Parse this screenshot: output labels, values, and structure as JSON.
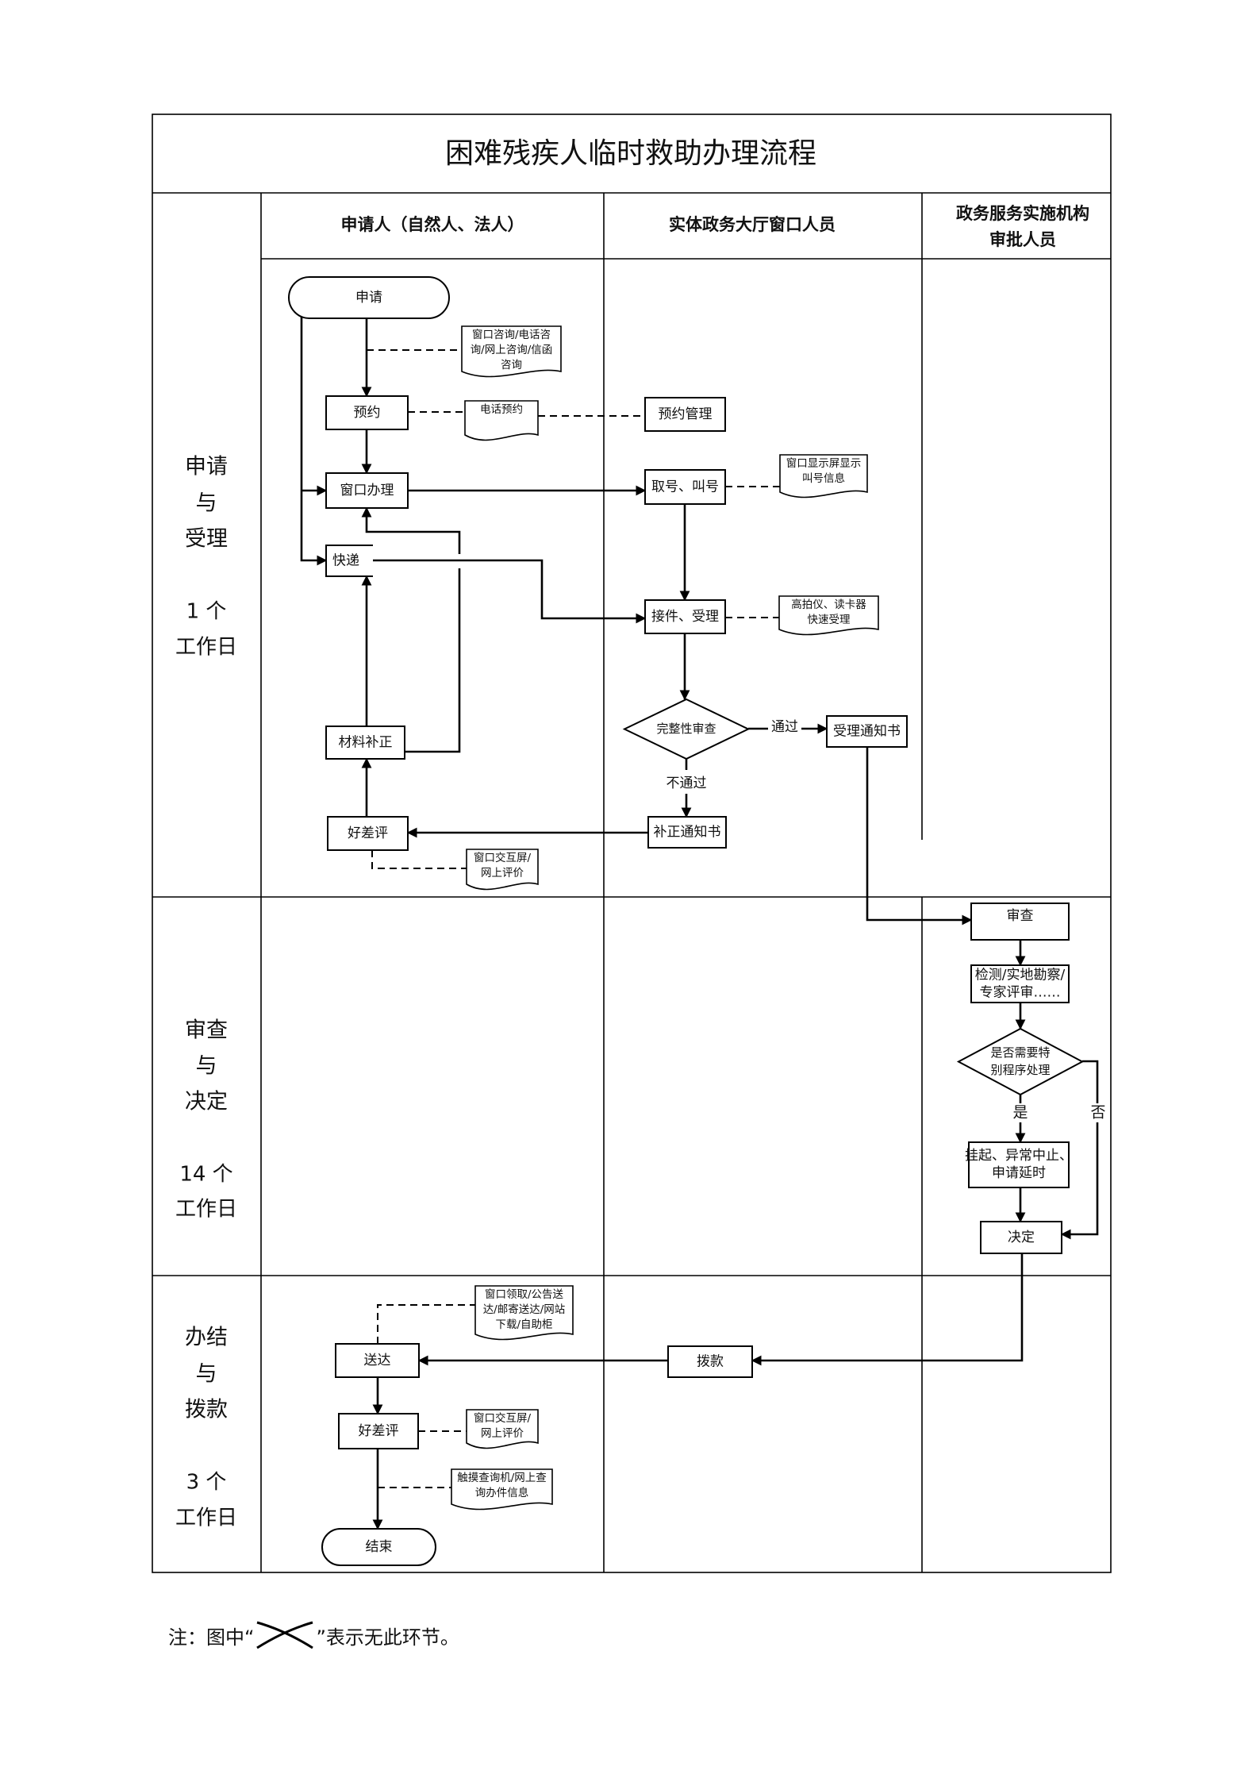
{
  "title": "困难残疾人临时救助办理流程",
  "columns": {
    "applicant": "申请人（自然人、法人）",
    "window_staff": "实体政务大厅窗口人员",
    "approver": [
      "政务服务实施机构",
      "审批人员"
    ]
  },
  "stages": [
    {
      "name": [
        "申请",
        "与",
        "受理"
      ],
      "duration": [
        "1 个",
        "工作日"
      ]
    },
    {
      "name": [
        "审查",
        "与",
        "决定"
      ],
      "duration": [
        "14 个",
        "工作日"
      ]
    },
    {
      "name": [
        "办结",
        "与",
        "拨款"
      ],
      "duration": [
        "3 个",
        "工作日"
      ]
    }
  ],
  "nodes": {
    "apply": "申请",
    "reserve": "预约",
    "window": "窗口办理",
    "express": "快递",
    "material": "材料补正",
    "review1": "好差评",
    "reserve_mgmt": "预约管理",
    "queue": "取号、叫号",
    "accept": "接件、受理",
    "check": "完整性审查",
    "accept_notice": "受理通知书",
    "fix_notice": "补正通知书",
    "examine": "审查",
    "inspect": [
      "检测/实地勘察/",
      "专家评审……"
    ],
    "special": [
      "是否需要特",
      "别程序处理"
    ],
    "suspend": [
      "挂起、异常中止、",
      "申请延时"
    ],
    "decide": "决定",
    "pay": "拨款",
    "deliver": "送达",
    "review2": "好差评",
    "end": "结束"
  },
  "notes": {
    "consult": [
      "窗口咨询/电话咨",
      "询/网上咨询/信函",
      "咨询"
    ],
    "phone": [
      "电话预约"
    ],
    "screen": [
      "窗口显示屏显示",
      "叫号信息"
    ],
    "scanner": [
      "高拍仪、读卡器",
      "快速受理"
    ],
    "eval1": [
      "窗口交互屏/",
      "网上评价"
    ],
    "delivery": [
      "窗口领取/公告送",
      "达/邮寄送达/网站",
      "下载/自助柜"
    ],
    "eval2": [
      "窗口交互屏/",
      "网上评价"
    ],
    "query": [
      "触摸查询机/网上查",
      "询办件信息"
    ]
  },
  "labels": {
    "pass": "通过",
    "fail": "不通过",
    "yes": "是",
    "no": "否"
  },
  "footnote": {
    "before": "注：图中“",
    "symbol": "cross-curves-icon",
    "after": "”表示无此环节。"
  }
}
